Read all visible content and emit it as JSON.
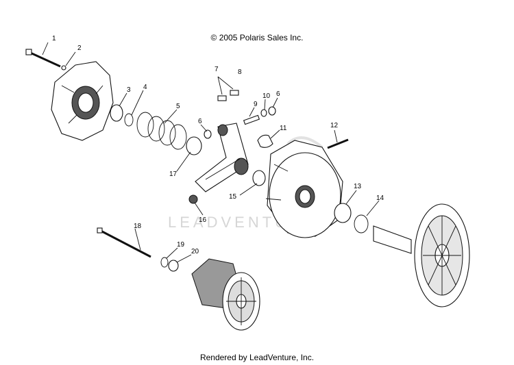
{
  "header": {
    "copyright": "© 2005 Polaris Sales Inc."
  },
  "footer": {
    "rendered_by": "Rendered by LeadVenture, Inc."
  },
  "watermark": {
    "text": "LEADVENTURE"
  },
  "callouts": [
    "1",
    "2",
    "3",
    "4",
    "5",
    "6",
    "7",
    "8",
    "9",
    "10",
    "6",
    "11",
    "12",
    "13",
    "14",
    "15",
    "16",
    "17",
    "18",
    "19",
    "20"
  ]
}
